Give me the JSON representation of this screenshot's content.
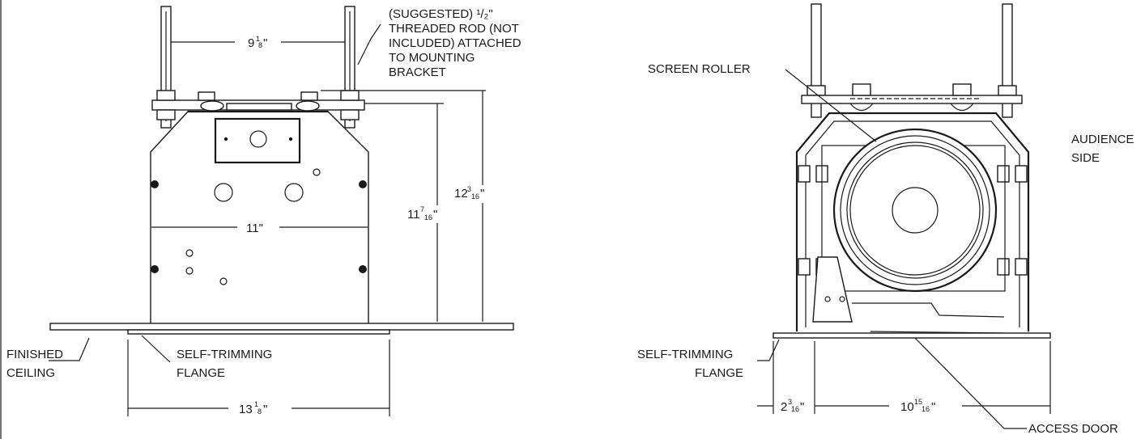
{
  "left_view": {
    "rod_note": [
      "(SUGGESTED) ¹/₂\"",
      "THREADED ROD (NOT",
      "INCLUDED) ATTACHED",
      "TO MOUNTING",
      "BRACKET"
    ],
    "dim_rod_spacing": {
      "whole": "9",
      "sup": "1",
      "den": "8",
      "unit": "\""
    },
    "dim_body_width": "11\"",
    "dim_height_a": {
      "whole": "11",
      "sup": "7",
      "den": "16",
      "unit": "\""
    },
    "dim_height_b": {
      "whole": "12",
      "sup": "3",
      "den": "16",
      "unit": "\""
    },
    "dim_flange_width": {
      "whole": "13",
      "sup": "1",
      "den": "8",
      "unit": "\""
    },
    "label_ceiling": [
      "FINISHED",
      "CEILING"
    ],
    "label_flange": [
      "SELF-TRIMMING",
      "FLANGE"
    ]
  },
  "right_view": {
    "label_roller": "SCREEN ROLLER",
    "label_audience": [
      "AUDIENCE",
      "SIDE"
    ],
    "label_flange": [
      "SELF-TRIMMING",
      "FLANGE"
    ],
    "dim_offset": {
      "whole": "2",
      "sup": "3",
      "den": "16",
      "unit": "\""
    },
    "dim_width": {
      "whole": "10",
      "sup": "15",
      "den": "16",
      "unit": "\""
    },
    "label_access_door": "ACCESS DOOR"
  }
}
